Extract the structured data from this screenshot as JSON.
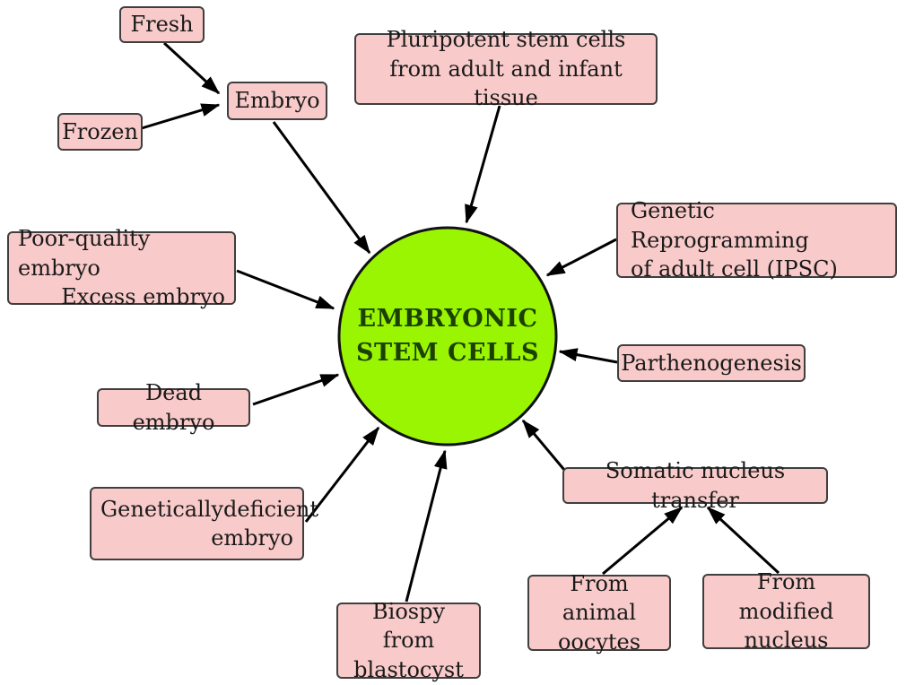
{
  "diagram": {
    "center": {
      "label": "EMBRYONIC\nSTEM CELLS",
      "fill_color": "#9af502",
      "text_color": "#1c4000"
    },
    "nodes": {
      "fresh": {
        "label": "Fresh"
      },
      "frozen": {
        "label": "Frozen"
      },
      "embryo": {
        "label": "Embryo"
      },
      "pluripotent": {
        "label": "Pluripotent stem cells\nfrom adult and infant tissue"
      },
      "genetic_reprogramming": {
        "label": "Genetic Reprogramming\nof adult cell (IPSC)"
      },
      "parthenogenesis": {
        "label": "Parthenogenesis"
      },
      "somatic_nucleus_transfer": {
        "label": "Somatic nucleus transfer"
      },
      "from_animal_oocytes": {
        "label": "From animal\noocytes"
      },
      "from_modified_nucleus": {
        "label": "From modified\nnucleus"
      },
      "biopsy_from_blastocyst": {
        "label": "Biospy from\nblastocyst"
      },
      "genetically_deficient": {
        "line1": "Geneticallydeficient",
        "line2": "embryo"
      },
      "dead_embryo": {
        "label": "Dead embryo"
      },
      "poor_quality": {
        "line1": "Poor-quality embryo",
        "line2": "Excess embryo"
      }
    },
    "edges": [
      {
        "from": "fresh",
        "to": "embryo"
      },
      {
        "from": "frozen",
        "to": "embryo"
      },
      {
        "from": "embryo",
        "to": "center"
      },
      {
        "from": "pluripotent",
        "to": "center"
      },
      {
        "from": "genetic_reprogramming",
        "to": "center"
      },
      {
        "from": "parthenogenesis",
        "to": "center"
      },
      {
        "from": "somatic_nucleus_transfer",
        "to": "center"
      },
      {
        "from": "from_animal_oocytes",
        "to": "somatic_nucleus_transfer"
      },
      {
        "from": "from_modified_nucleus",
        "to": "somatic_nucleus_transfer"
      },
      {
        "from": "biopsy_from_blastocyst",
        "to": "center"
      },
      {
        "from": "genetically_deficient",
        "to": "center"
      },
      {
        "from": "dead_embryo",
        "to": "center"
      },
      {
        "from": "poor_quality",
        "to": "center"
      }
    ],
    "colors": {
      "node_fill": "#f9caca",
      "node_border": "#3f3f3f",
      "arrow": "#000000",
      "background": "#ffffff"
    }
  }
}
